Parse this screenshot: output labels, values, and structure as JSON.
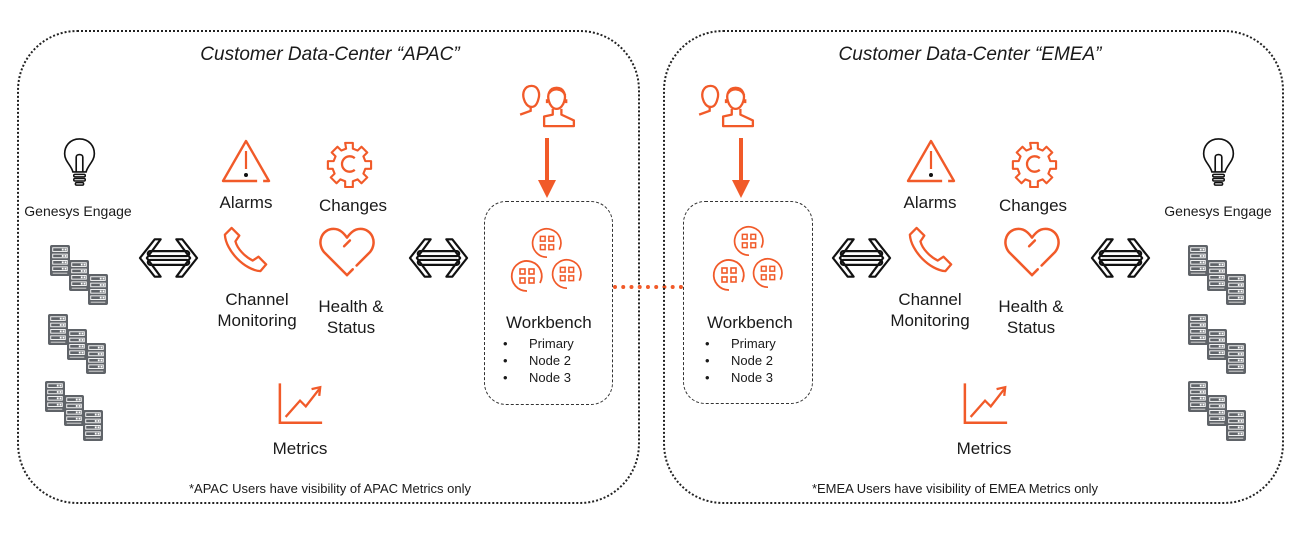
{
  "colors": {
    "accent": "#f15a29",
    "text": "#1a1a1a",
    "server": "#5f6368",
    "border": "#222222"
  },
  "datacenters": [
    {
      "id": "apac",
      "title": "Customer Data-Center “APAC”",
      "engage_label": "Genesys Engage",
      "alarms_label": "Alarms",
      "changes_label": "Changes",
      "channel_label_line1": "Channel",
      "channel_label_line2": "Monitoring",
      "health_label_line1": "Health &",
      "health_label_line2": "Status",
      "metrics_label": "Metrics",
      "workbench": {
        "title": "Workbench",
        "nodes": [
          "Primary",
          "Node 2",
          "Node 3"
        ]
      },
      "footnote": "*APAC Users have visibility of APAC Metrics only",
      "icons": {
        "engage": "lightbulb-icon",
        "servers": "server-rack-icon",
        "sync": "bidirectional-arrow-icon",
        "alarms": "warning-triangle-icon",
        "changes": "gear-icon",
        "channel": "phone-icon",
        "health": "heart-icon",
        "metrics": "line-chart-icon",
        "users": "users-headset-icon",
        "workbench": "cluster-nodes-icon"
      }
    },
    {
      "id": "emea",
      "title": "Customer Data-Center “EMEA”",
      "engage_label": "Genesys Engage",
      "alarms_label": "Alarms",
      "changes_label": "Changes",
      "channel_label_line1": "Channel",
      "channel_label_line2": "Monitoring",
      "health_label_line1": "Health &",
      "health_label_line2": "Status",
      "metrics_label": "Metrics",
      "workbench": {
        "title": "Workbench",
        "nodes": [
          "Primary",
          "Node 2",
          "Node 3"
        ]
      },
      "footnote": "*EMEA Users have visibility of EMEA Metrics only",
      "icons": {
        "engage": "lightbulb-icon",
        "servers": "server-rack-icon",
        "sync": "bidirectional-arrow-icon",
        "alarms": "warning-triangle-icon",
        "changes": "gear-icon",
        "channel": "phone-icon",
        "health": "heart-icon",
        "metrics": "line-chart-icon",
        "users": "users-headset-icon",
        "workbench": "cluster-nodes-icon"
      }
    }
  ]
}
